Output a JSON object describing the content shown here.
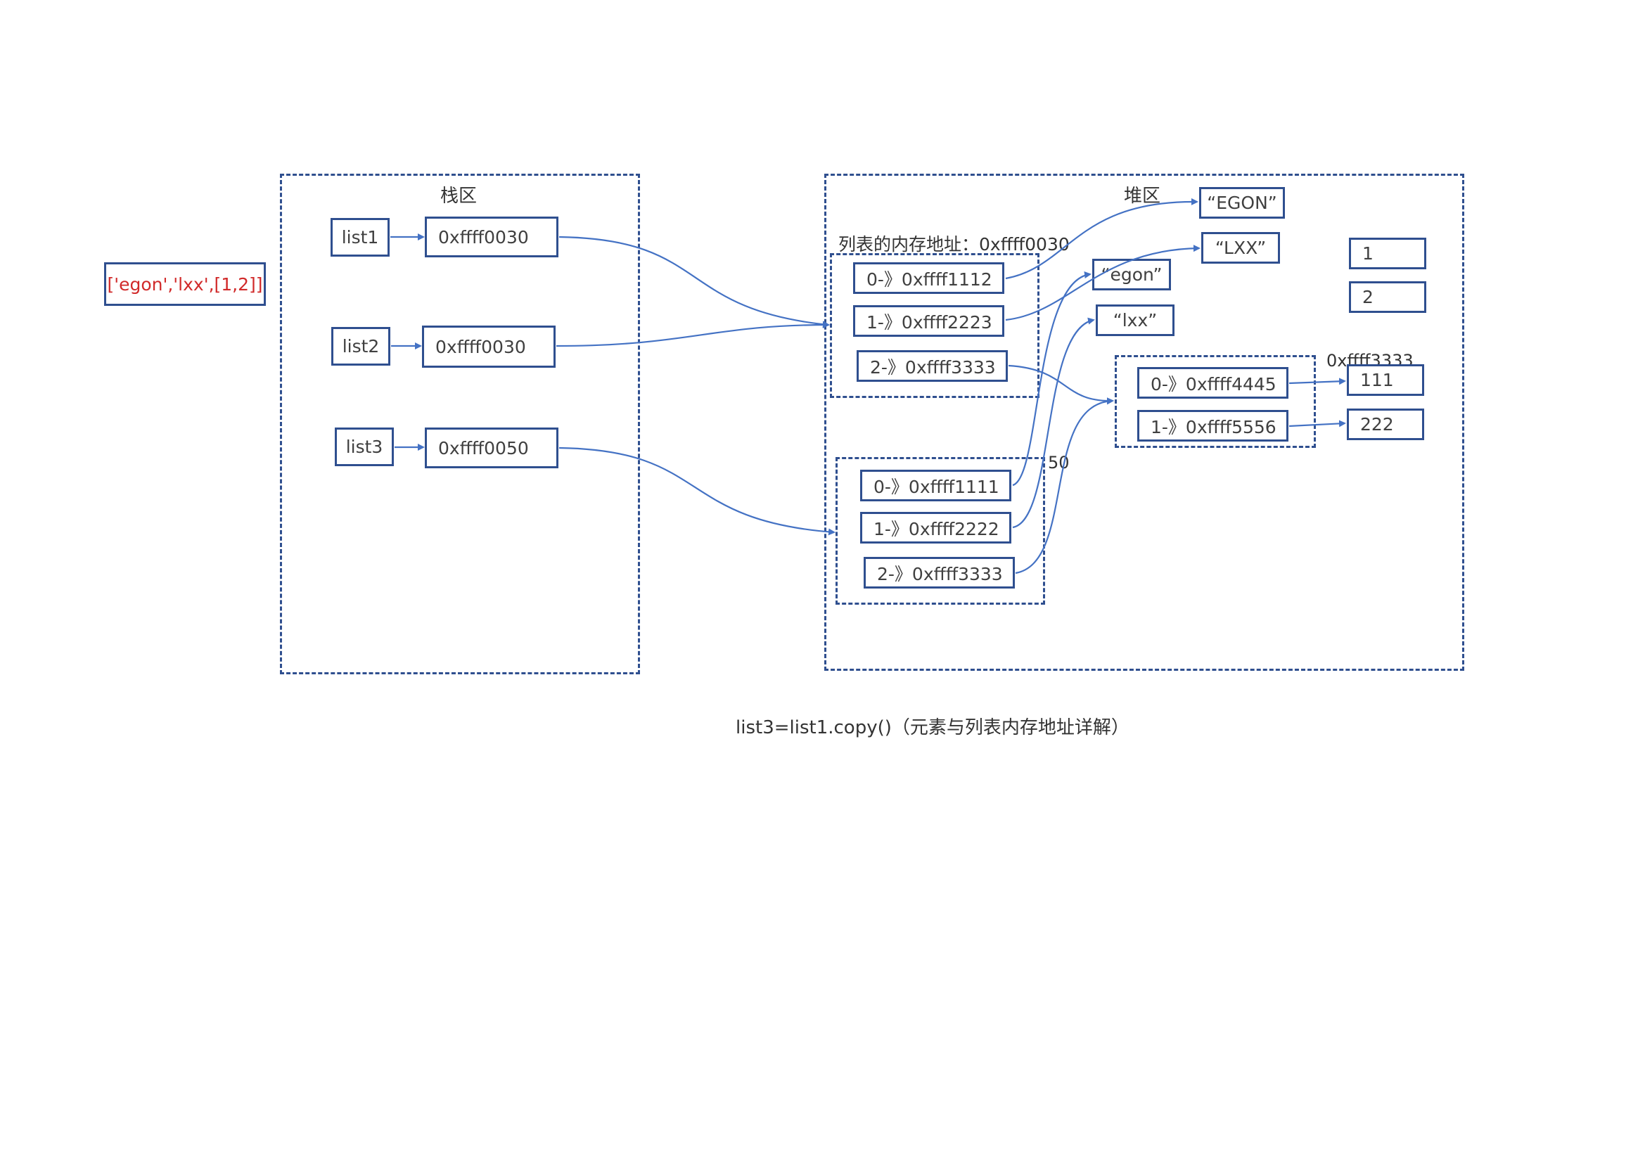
{
  "literal": "['egon','lxx',[1,2]]",
  "stack": {
    "title": "栈区",
    "vars": [
      {
        "name": "list1",
        "addr": "0xffff0030"
      },
      {
        "name": "list2",
        "addr": "0xffff0030"
      },
      {
        "name": "list3",
        "addr": "0xffff0050"
      }
    ]
  },
  "heap": {
    "title": "堆区",
    "list1_caption": "列表的内存地址：0xffff0030",
    "list1_items": [
      "0-》0xffff1112",
      "1-》0xffff2223",
      "2-》0xffff3333"
    ],
    "list3_caption_fragment": "50",
    "list3_items": [
      "0-》0xffff1111",
      "1-》0xffff2222",
      "2-》0xffff3333"
    ],
    "strings": [
      "“EGON”",
      "“LXX”",
      "“egon”",
      "“lxx”"
    ],
    "ints": [
      "1",
      "2"
    ],
    "inner_list_caption": "0xffff3333",
    "inner_items": [
      "0-》0xffff4445",
      "1-》0xffff5556"
    ],
    "inner_values": [
      "111",
      "222"
    ]
  },
  "caption": "list3=list1.copy()（元素与列表内存地址详解）",
  "colors": {
    "border": "#2f4f8f",
    "arrow": "#4472c4",
    "literal": "#d12a2a"
  }
}
